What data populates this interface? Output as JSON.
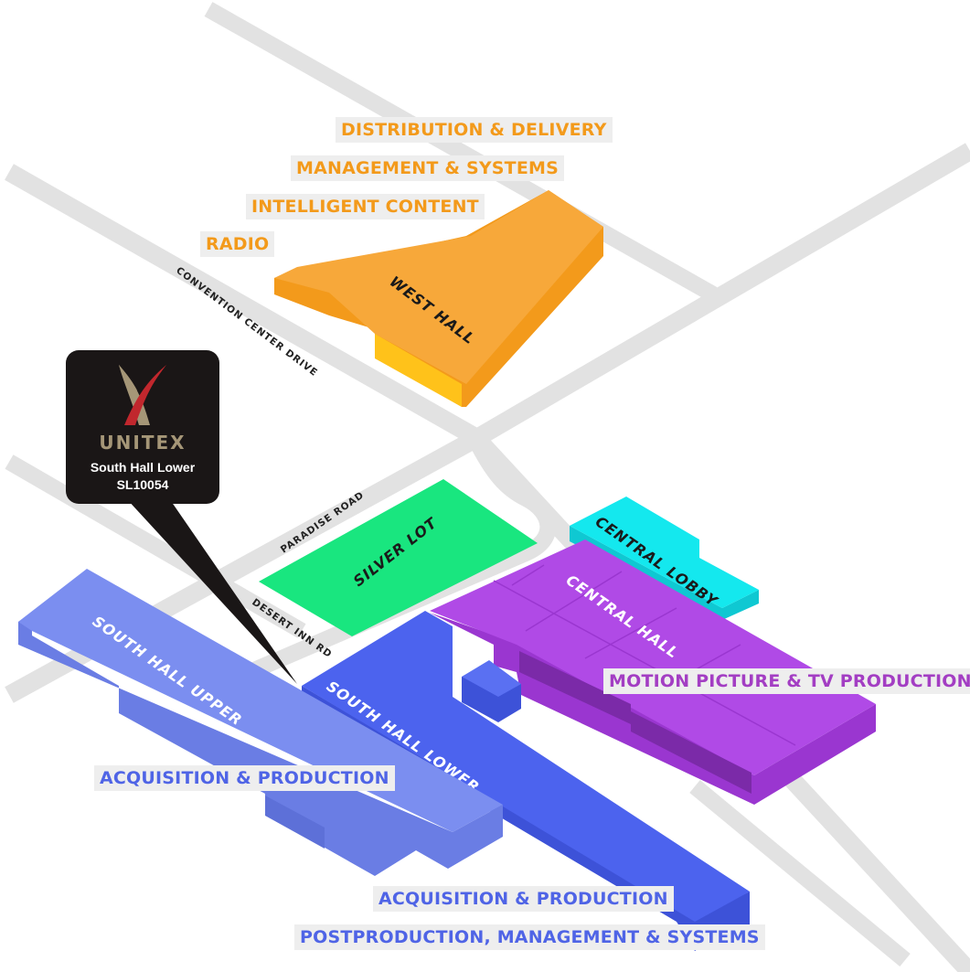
{
  "roads": {
    "convention_center_drive": "CONVENTION CENTER DRIVE",
    "paradise_road": "PARADISE ROAD",
    "desert_inn_rd": "DESERT INN RD"
  },
  "halls": {
    "west_hall": "WEST HALL",
    "silver_lot": "SILVER LOT",
    "central_lobby": "CENTRAL LOBBY",
    "central_hall": "CENTRAL HALL",
    "south_hall_upper": "SOUTH HALL UPPER",
    "south_hall_lower": "SOUTH HALL LOWER"
  },
  "categories": {
    "distribution": "DISTRIBUTION & DELIVERY",
    "management": "MANAGEMENT & SYSTEMS",
    "intelligent": "INTELLIGENT CONTENT",
    "radio": "RADIO",
    "motion_picture": "MOTION PICTURE & TV PRODUCTION",
    "acquisition_upper": "ACQUISITION & PRODUCTION",
    "acquisition_lower": "ACQUISITION & PRODUCTION",
    "postproduction": "POSTPRODUCTION, MANAGEMENT & SYSTEMS"
  },
  "callout": {
    "brand": "UNITEX",
    "hall": "South Hall Lower",
    "booth": "SL10054"
  },
  "colors": {
    "west_hall": "#f7a83a",
    "silver_lot": "#19e67f",
    "central_lobby": "#14e8ee",
    "central_hall": "#b04ae6",
    "south_hall_upper": "#7b8ef0",
    "south_hall_lower": "#4c63ee",
    "road": "#e2e2e2"
  }
}
